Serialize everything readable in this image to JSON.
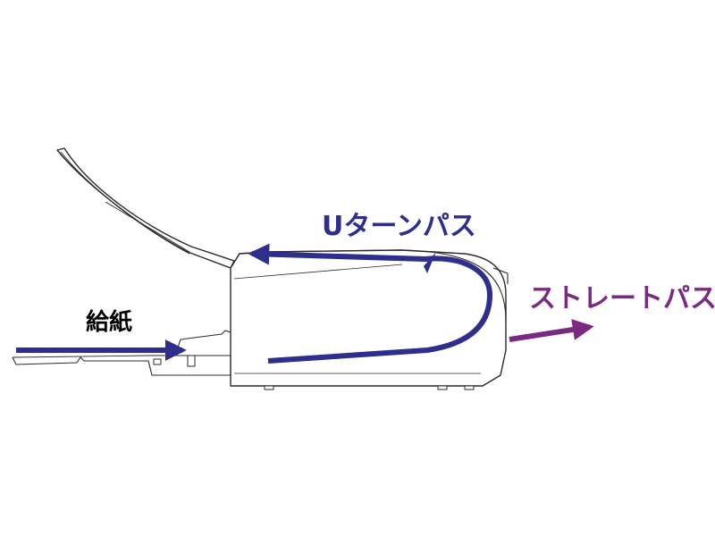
{
  "labels": {
    "u_turn_path": "Uターンパス",
    "straight_path": "ストレートパス",
    "paper_feed": "給紙"
  },
  "colors": {
    "u_turn_path": "#2e2e8c",
    "straight_path": "#7a2a82",
    "paper_feed": "#000000",
    "feed_arrow": "#2e2e8c",
    "outline": "#2a2a2a"
  },
  "icons": {
    "scanner": "scanner-side-view-icon"
  }
}
